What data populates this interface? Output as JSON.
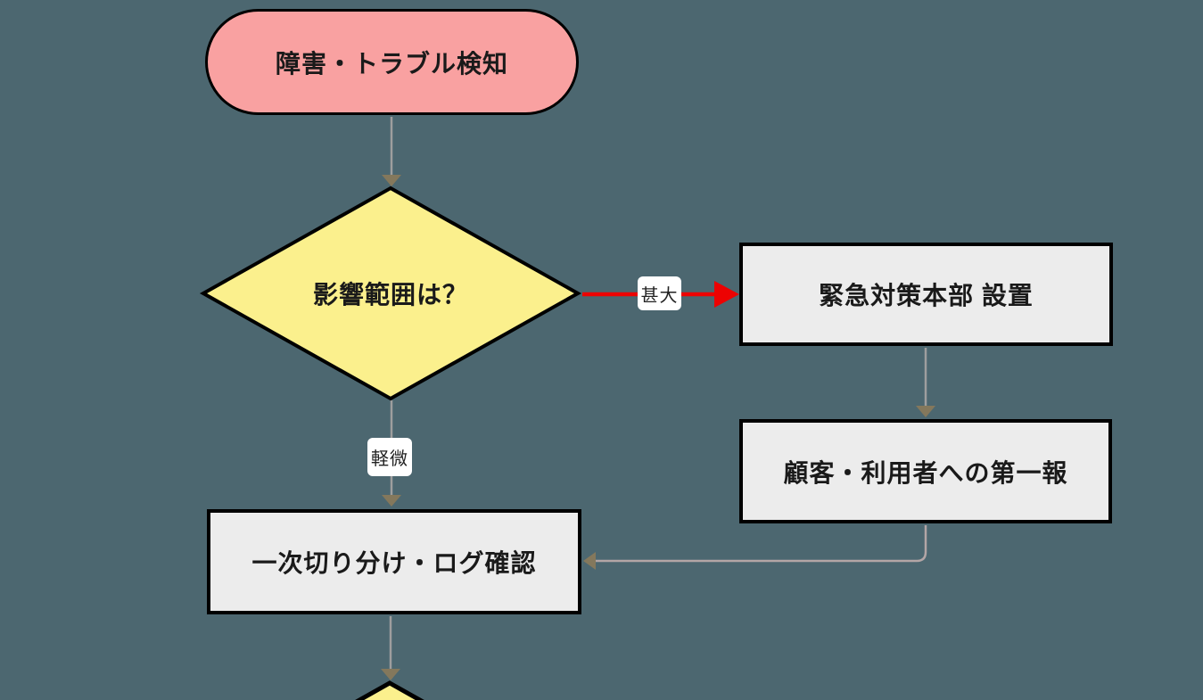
{
  "diagram": {
    "type": "flowchart",
    "background_color": "#4c6770",
    "colors": {
      "stadium_fill": "#f9a1a1",
      "decision_fill": "#fbf08d",
      "process_fill": "#ececec",
      "node_border": "#000000",
      "edge_line": "#9e9e9e",
      "edge_line_return": "#b3a6a6",
      "edge_arrowhead": "#84785c",
      "severe_edge": "#ed0202",
      "edge_label_bg": "#ffffff"
    },
    "nodes": {
      "detect": {
        "type": "stadium",
        "label": "障害・トラブル検知",
        "fill": "#f9a1a1"
      },
      "impact": {
        "type": "decision",
        "label": "影響範囲は？",
        "fill": "#fbf08d"
      },
      "hq": {
        "type": "process",
        "label": "緊急対策本部 設置",
        "fill": "#ececec"
      },
      "first_report": {
        "type": "process",
        "label": "顧客・利用者への第一報",
        "fill": "#ececec"
      },
      "triage": {
        "type": "process",
        "label": "一次切り分け・ログ確認",
        "fill": "#ececec"
      },
      "next_decision": {
        "type": "decision",
        "label": "",
        "fill": "#fbf08d"
      }
    },
    "edges": [
      {
        "from": "detect",
        "to": "impact",
        "label": ""
      },
      {
        "from": "impact",
        "to": "hq",
        "label": "甚大",
        "color": "#ed0202"
      },
      {
        "from": "impact",
        "to": "triage",
        "label": "軽微",
        "color": "#9e9e9e"
      },
      {
        "from": "hq",
        "to": "first_report",
        "label": ""
      },
      {
        "from": "first_report",
        "to": "triage",
        "label": ""
      },
      {
        "from": "triage",
        "to": "next_decision",
        "label": ""
      }
    ]
  }
}
